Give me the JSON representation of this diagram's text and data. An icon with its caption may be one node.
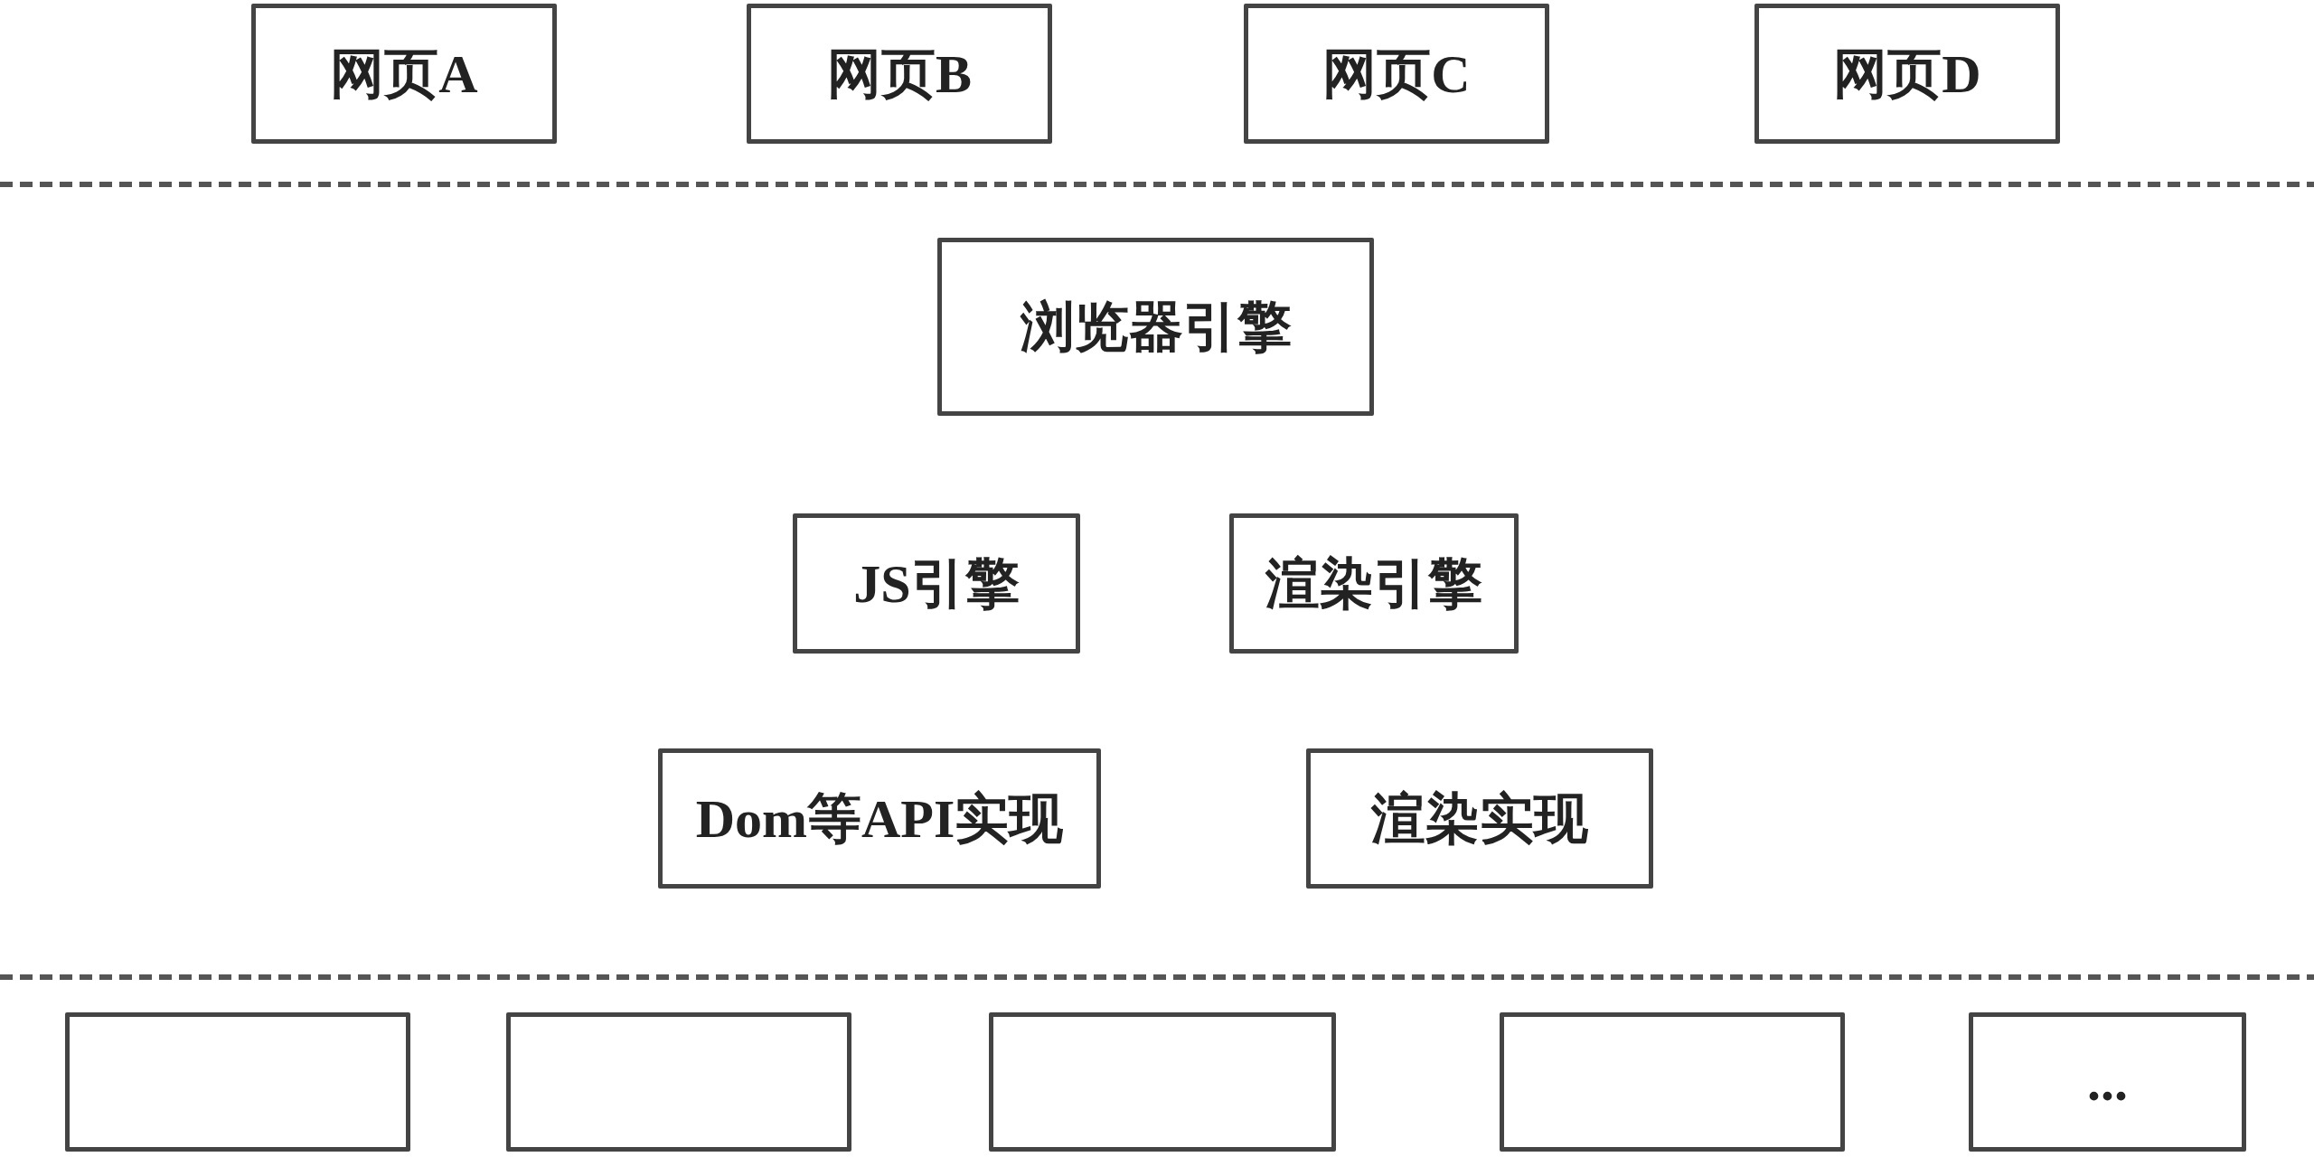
{
  "diagram": {
    "nodes": [
      {
        "text": [
          "网页A"
        ]
      },
      {
        "text": [
          "网页B"
        ]
      },
      {
        "text": [
          "网页C"
        ]
      },
      {
        "text": [
          "网页D"
        ]
      },
      {
        "text": [
          "浏览器引擎"
        ]
      },
      {
        "text": [
          "JS引擎"
        ]
      },
      {
        "text": [
          "渲染引擎"
        ]
      },
      {
        "text": [
          "Dom等API实现"
        ]
      },
      {
        "text": [
          "渲染实现"
        ]
      },
      {
        "text": [],
        "shape": "box"
      },
      {
        "text": [],
        "shape": "box"
      },
      {
        "text": [],
        "shape": "box"
      },
      {
        "text": [],
        "shape": "box"
      },
      {
        "text": [
          "..."
        ]
      }
    ]
  }
}
